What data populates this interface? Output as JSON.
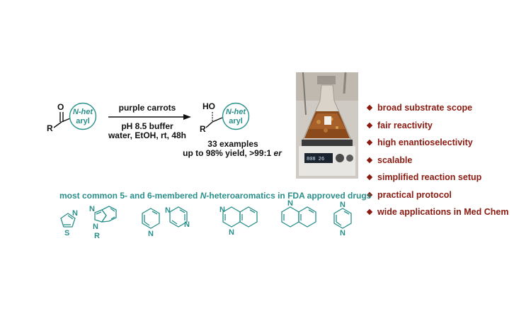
{
  "scheme": {
    "reactant": {
      "o_label": "O",
      "r_label": "R",
      "ring_line1": "N-het",
      "ring_line2": "aryl"
    },
    "product": {
      "ho_label": "HO",
      "r_label": "R",
      "ring_line1": "N-het",
      "ring_line2": "aryl"
    },
    "conditions": {
      "above": "purple carrots",
      "below_line1": "pH 8.5 buffer",
      "below_line2": "water, EtOH, rt, 48h"
    },
    "results": {
      "line1": "33 examples",
      "line2_prefix": "up to 98% yield, >99:1 ",
      "line2_italic": "er"
    }
  },
  "heteroaromatics": {
    "title_prefix": "most common 5- and 6-membered ",
    "title_italic": "N",
    "title_suffix": "-heteroaromatics in FDA approved drugs",
    "atoms": {
      "N": "N",
      "S": "S",
      "R": "R"
    }
  },
  "features": [
    "broad substrate scope",
    "fair reactivity",
    "high enantioselectivity",
    "scalable",
    "simplified reaction setup",
    "practical protocol",
    "wide applications in Med Chem"
  ],
  "colors": {
    "teal": "#2a8f8a",
    "dark_red": "#8a1a10",
    "black": "#111111"
  }
}
